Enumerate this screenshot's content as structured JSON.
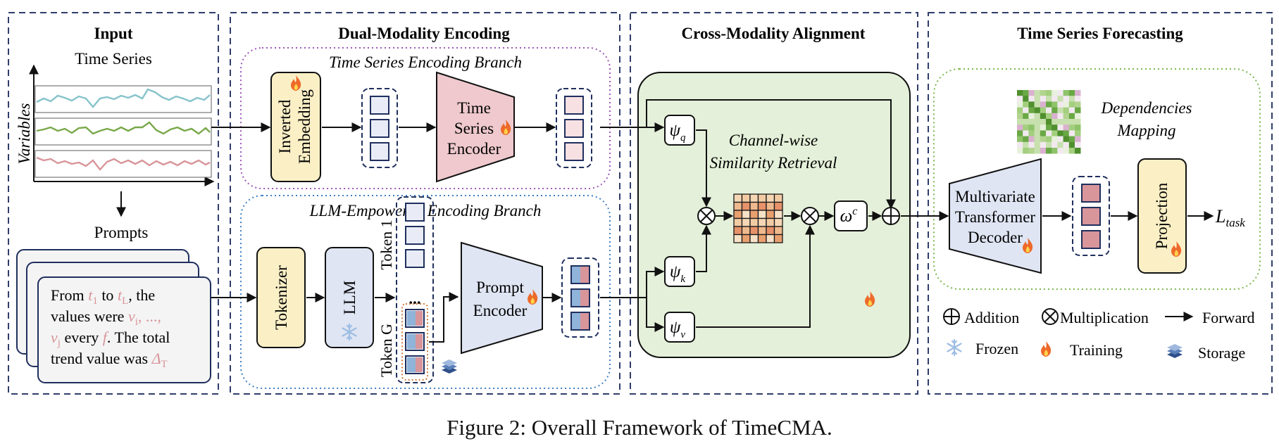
{
  "panels": {
    "input": {
      "title": "Input",
      "subtitle": "Time Series",
      "axis_label": "Variables",
      "prompts_title": "Prompts"
    },
    "encoding": {
      "title": "Dual-Modality Encoding"
    },
    "alignment": {
      "title": "Cross-Modality Alignment"
    },
    "forecasting": {
      "title": "Time Series Forecasting"
    }
  },
  "prompt_text": {
    "l1_a": "From ",
    "t1": "t",
    "t1_sub": "1",
    "l1_b": " to ",
    "tL": "t",
    "tL_sub": "L",
    "l1_c": ", the",
    "l2_a": "values were ",
    "vi": "v",
    "vi_sub": "i",
    "l2_b": ", ...,",
    "vj": "v",
    "vj_sub": "j",
    "l3_a": " every ",
    "f": "f",
    "l3_b": ". The total",
    "l4_a": "trend value was ",
    "delta": "Δ",
    "delta_sub": "T"
  },
  "ts_branch": {
    "title": "Time Series Encoding Branch",
    "embedding_l1": "Inverted",
    "embedding_l2": "Embedding",
    "encoder_l1": "Time",
    "encoder_l2": "Series",
    "encoder_l3": "Encoder"
  },
  "llm_branch": {
    "title": "LLM-Empowered Encoding Branch",
    "tokenizer": "Tokenizer",
    "llm": "LLM",
    "token_1": "Token 1",
    "token_g": "Token G",
    "ellipsis": "...",
    "prompt_encoder_l1": "Prompt",
    "prompt_encoder_l2": "Encoder"
  },
  "alignment": {
    "retrieval_l1": "Channel-wise",
    "retrieval_l2": "Similarity Retrieval",
    "psi": "ψ",
    "q": "q",
    "k": "k",
    "v": "v",
    "omega": "ω",
    "c": "c"
  },
  "forecasting": {
    "dep_l1": "Dependencies",
    "dep_l2": "Mapping",
    "decoder_l1": "Multivariate",
    "decoder_l2": "Transformer",
    "decoder_l3": "Decoder",
    "projection": "Projection",
    "loss": "L",
    "loss_sub": "task"
  },
  "legend": {
    "addition": "Addition",
    "multiplication": "Multiplication",
    "forward": "Forward",
    "frozen": "Frozen",
    "training": "Training",
    "storage": "Storage"
  },
  "caption": "Figure 2: Overall Framework of TimeCMA.",
  "colors": {
    "dash_border": "#2f3d6b",
    "embedding_fill": "#fbefc6",
    "encoder_fill": "#efc9cd",
    "prompt_fill": "#dfe5f3",
    "align_fill": "#e4f0d9",
    "token_fill": "#e9ecf6",
    "ts_token_fill": "#f7e1e3",
    "series_blue": "#86c3cb",
    "series_green": "#79a84a",
    "series_red": "#d8959a",
    "flame": "#ee6a2a",
    "snow": "#a9c6e8",
    "ts_branch_border": "#9e57b6",
    "llm_branch_border": "#3f7fc2",
    "forecast_border": "#7bb74d"
  }
}
